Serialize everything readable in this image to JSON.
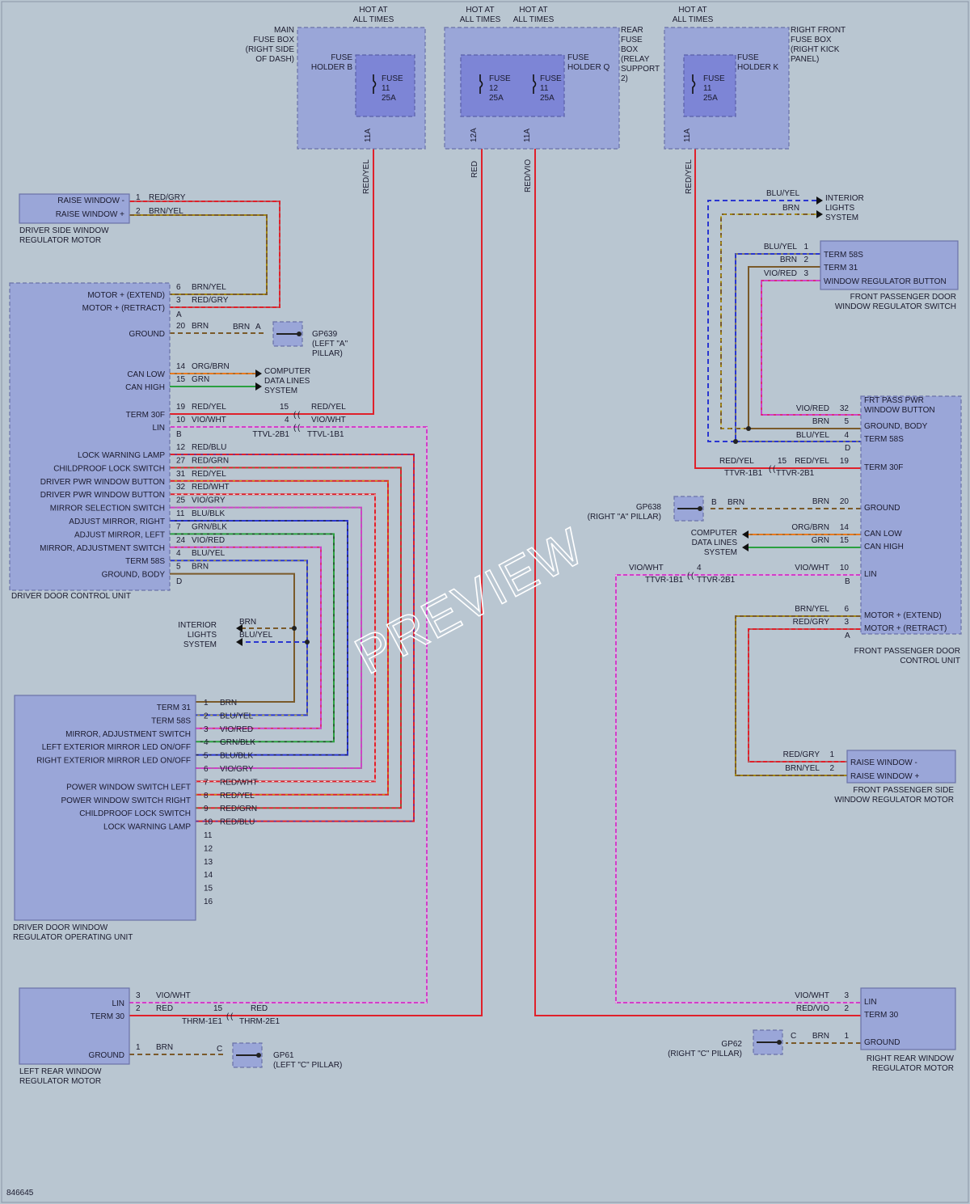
{
  "colors": {
    "red": "#e0202a",
    "brn": "#7a5a2a",
    "yel": "#c8b400",
    "vio": "#d040c8",
    "grn": "#2aa040",
    "blu": "#2a36d0",
    "org": "#e87a20",
    "blk": "#222222",
    "gry": "#8c8c8c",
    "wht": "#ffffff"
  },
  "doc_id": "846645",
  "watermark": "PREVIEW",
  "hot": {
    "a": "HOT AT\nALL TIMES",
    "b": "HOT AT\nALL TIMES",
    "c": "HOT AT\nALL TIMES",
    "d": "HOT AT\nALL TIMES"
  },
  "fuse_boxes": {
    "main": "MAIN\nFUSE BOX\n(RIGHT SIDE\nOF DASH)",
    "holder_b": "FUSE\nHOLDER B",
    "main_fuse": "FUSE\n11\n25A",
    "main_pin": "11A",
    "rear": "REAR\nFUSE\nBOX\n(RELAY\nSUPPORT\n2)",
    "holder_q": "FUSE\nHOLDER Q",
    "rear_fuse1": "FUSE\n12\n25A",
    "rear_fuse2": "FUSE\n11\n25A",
    "rear_pin1": "12A",
    "rear_pin2": "11A",
    "rf": "RIGHT FRONT\nFUSE BOX\n(RIGHT KICK\nPANEL)",
    "holder_k": "FUSE\nHOLDER K",
    "rf_fuse": "FUSE\n11\n25A",
    "rf_pin": "11A"
  },
  "vlabels": {
    "v1": "RED/YEL",
    "v2": "RED",
    "v3": "RED/VIO",
    "v4": "RED/YEL"
  },
  "dsw_motor": {
    "label": "DRIVER SIDE WINDOW\nREGULATOR MOTOR",
    "pins": [
      {
        "name": "RAISE WINDOW -",
        "num": "1",
        "wire": "RED/GRY"
      },
      {
        "name": "RAISE WINDOW +",
        "num": "2",
        "wire": "BRN/YEL"
      }
    ]
  },
  "ddcu": {
    "label": "DRIVER DOOR CONTROL UNIT",
    "conn_a": "A",
    "conn_b": "B",
    "conn_d": "D",
    "a_pins": [
      {
        "name": "MOTOR + (EXTEND)",
        "num": "6",
        "wire": "BRN/YEL"
      },
      {
        "name": "MOTOR + (RETRACT)",
        "num": "3",
        "wire": "RED/GRY"
      }
    ],
    "b_pins": [
      {
        "name": "GROUND",
        "num": "20",
        "wire": "BRN"
      },
      {
        "name": "CAN LOW",
        "num": "14",
        "wire": "ORG/BRN"
      },
      {
        "name": "CAN HIGH",
        "num": "15",
        "wire": "GRN"
      },
      {
        "name": "TERM 30F",
        "num": "19",
        "wire": "RED/YEL"
      },
      {
        "name": "LIN",
        "num": "10",
        "wire": "VIO/WHT"
      }
    ],
    "d_pins": [
      {
        "name": "LOCK WARNING LAMP",
        "num": "12",
        "wire": "RED/BLU"
      },
      {
        "name": "CHILDPROOF LOCK SWITCH",
        "num": "27",
        "wire": "RED/GRN"
      },
      {
        "name": "DRIVER PWR WINDOW BUTTON",
        "num": "31",
        "wire": "RED/YEL"
      },
      {
        "name": "DRIVER PWR WINDOW BUTTON",
        "num": "32",
        "wire": "RED/WHT"
      },
      {
        "name": "MIRROR SELECTION SWITCH",
        "num": "25",
        "wire": "VIO/GRY"
      },
      {
        "name": "ADJUST MIRROR, RIGHT",
        "num": "11",
        "wire": "BLU/BLK"
      },
      {
        "name": "ADJUST MIRROR, LEFT",
        "num": "7",
        "wire": "GRN/BLK"
      },
      {
        "name": "MIRROR, ADJUSTMENT SWITCH",
        "num": "24",
        "wire": "VIO/RED"
      },
      {
        "name": "TERM 58S",
        "num": "4",
        "wire": "BLU/YEL"
      },
      {
        "name": "GROUND, BODY",
        "num": "5",
        "wire": "BRN"
      }
    ]
  },
  "gp639": {
    "label": "GP639\n(LEFT \"A\"\nPILLAR)",
    "wire": "BRN",
    "conn": "A"
  },
  "cdl_left": "COMPUTER\nDATA LINES\nSYSTEM",
  "ttv_left": {
    "n1": "15",
    "w1": "RED/YEL",
    "n2": "4",
    "w2": "VIO/WHT",
    "c1": "TTVL-2B1",
    "c2": "TTVL-1B1"
  },
  "ils_left": {
    "label": "INTERIOR\nLIGHTS\nSYSTEM",
    "w1": "BRN",
    "w2": "BLU/YEL"
  },
  "ddwrou": {
    "label": "DRIVER DOOR WINDOW\nREGULATOR OPERATING UNIT",
    "pins": [
      {
        "name": "TERM 31",
        "num": "1",
        "wire": "BRN"
      },
      {
        "name": "TERM 58S",
        "num": "2",
        "wire": "BLU/YEL"
      },
      {
        "name": "MIRROR, ADJUSTMENT SWITCH",
        "num": "3",
        "wire": "VIO/RED"
      },
      {
        "name": "LEFT EXTERIOR MIRROR LED ON/OFF",
        "num": "4",
        "wire": "GRN/BLK"
      },
      {
        "name": "RIGHT EXTERIOR MIRROR LED ON/OFF",
        "num": "5",
        "wire": "BLU/BLK"
      },
      {
        "name": "",
        "num": "6",
        "wire": "VIO/GRY"
      },
      {
        "name": "POWER WINDOW SWITCH LEFT",
        "num": "7",
        "wire": "RED/WHT"
      },
      {
        "name": "POWER WINDOW SWITCH RIGHT",
        "num": "8",
        "wire": "RED/YEL"
      },
      {
        "name": "CHILDPROOF LOCK SWITCH",
        "num": "9",
        "wire": "RED/GRN"
      },
      {
        "name": "LOCK WARNING LAMP",
        "num": "10",
        "wire": "RED/BLU"
      },
      {
        "name": "",
        "num": "11",
        "wire": ""
      },
      {
        "name": "",
        "num": "12",
        "wire": ""
      },
      {
        "name": "",
        "num": "13",
        "wire": ""
      },
      {
        "name": "",
        "num": "14",
        "wire": ""
      },
      {
        "name": "",
        "num": "15",
        "wire": ""
      },
      {
        "name": "",
        "num": "16",
        "wire": ""
      }
    ]
  },
  "lrm": {
    "label": "LEFT REAR WINDOW\nREGULATOR MOTOR",
    "pins": [
      {
        "name": "LIN",
        "num": "3",
        "wire": "VIO/WHT"
      },
      {
        "name": "TERM 30",
        "num": "2",
        "wire": "RED"
      },
      {
        "name": "GROUND",
        "num": "1",
        "wire": "BRN"
      }
    ],
    "n15": "15",
    "w15": "RED",
    "c1": "THRM-1E1",
    "c2": "THRM-2E1"
  },
  "gp61": {
    "label": "GP61\n(LEFT \"C\" PILLAR)",
    "conn": "C"
  },
  "ils_right": {
    "label": "INTERIOR\nLIGHTS\nSYSTEM",
    "w1": "BLU/YEL",
    "w2": "BRN"
  },
  "fpdwrs": {
    "label": "FRONT PASSENGER DOOR\nWINDOW REGULATOR SWITCH",
    "pins": [
      {
        "name": "TERM 58S",
        "num": "1",
        "wire": "BLU/YEL"
      },
      {
        "name": "TERM 31",
        "num": "2",
        "wire": "BRN"
      },
      {
        "name": "WINDOW REGULATOR BUTTON",
        "num": "3",
        "wire": "VIO/RED"
      }
    ]
  },
  "fpdcu": {
    "label": "FRONT PASSENGER DOOR\nCONTROL UNIT",
    "conn_d": "D",
    "conn_b": "B",
    "conn_a": "A",
    "d_pins": [
      {
        "name": "FRT PASS PWR\nWINDOW BUTTON",
        "num": "32",
        "wire": "VIO/RED"
      },
      {
        "name": "GROUND, BODY",
        "num": "5",
        "wire": "BRN"
      },
      {
        "name": "TERM 58S",
        "num": "4",
        "wire": "BLU/YEL"
      }
    ],
    "b_pins": [
      {
        "name": "TERM 30F",
        "num": "19",
        "wire": "RED/YEL"
      },
      {
        "name": "GROUND",
        "num": "20",
        "wire": "BRN"
      },
      {
        "name": "CAN LOW",
        "num": "14",
        "wire": "ORG/BRN"
      },
      {
        "name": "CAN HIGH",
        "num": "15",
        "wire": "GRN"
      },
      {
        "name": "LIN",
        "num": "10",
        "wire": "VIO/WHT"
      }
    ],
    "a_pins": [
      {
        "name": "MOTOR + (EXTEND)",
        "num": "6",
        "wire": "BRN/YEL"
      },
      {
        "name": "MOTOR + (RETRACT)",
        "num": "3",
        "wire": "RED/GRY"
      }
    ]
  },
  "ttv_right": {
    "w1": "RED/YEL",
    "n1": "15",
    "c1": "TTVR-1B1",
    "c2": "TTVR-2B1",
    "w2": "VIO/WHT",
    "n2": "4",
    "c3": "TTVR-1B1",
    "c4": "TTVR-2B1"
  },
  "gp638": {
    "label": "GP638\n(RIGHT \"A\" PILLAR)",
    "conn": "B",
    "wire": "BRN"
  },
  "cdl_right": "COMPUTER\nDATA LINES\nSYSTEM",
  "fpsm": {
    "label": "FRONT PASSENGER SIDE\nWINDOW REGULATOR MOTOR",
    "pins": [
      {
        "name": "RAISE WINDOW -",
        "num": "1",
        "wire": "RED/GRY"
      },
      {
        "name": "RAISE WINDOW +",
        "num": "2",
        "wire": "BRN/YEL"
      }
    ]
  },
  "rrm": {
    "label": "RIGHT REAR WINDOW\nREGULATOR MOTOR",
    "pins": [
      {
        "name": "LIN",
        "num": "3",
        "wire": "VIO/WHT"
      },
      {
        "name": "TERM 30",
        "num": "2",
        "wire": "RED/VIO"
      },
      {
        "name": "GROUND",
        "num": "1",
        "wire": "BRN"
      }
    ]
  },
  "gp62": {
    "label": "GP62\n(RIGHT \"C\" PILLAR)",
    "conn": "C"
  }
}
